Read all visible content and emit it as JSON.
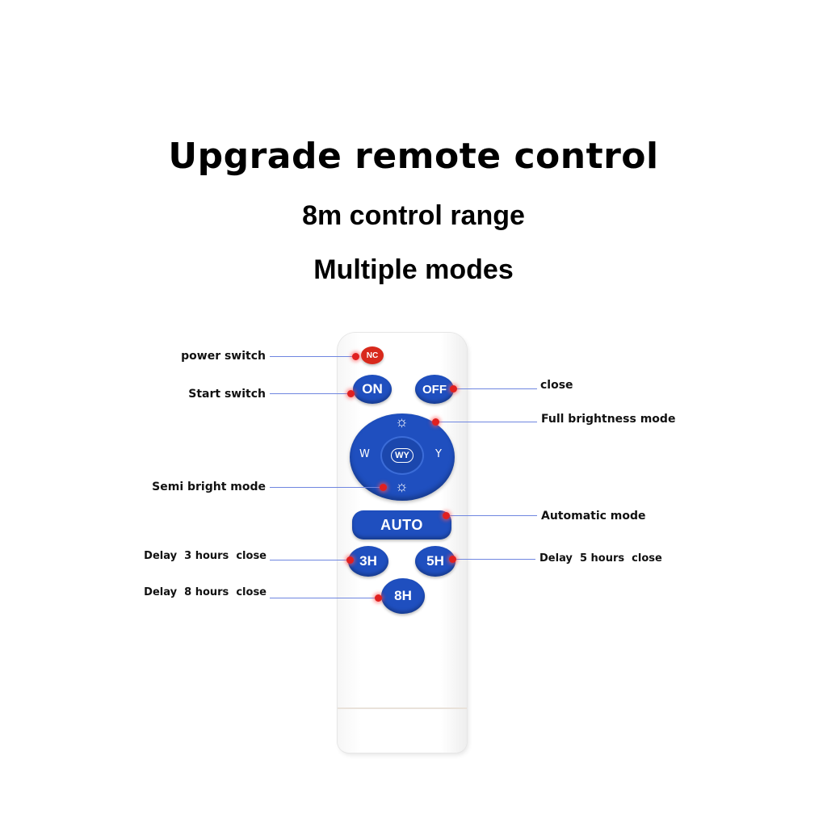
{
  "header": {
    "title": "Upgrade remote control",
    "subtitle_1": "8m control range",
    "subtitle_2": "Multiple modes"
  },
  "remote": {
    "buttons": {
      "nc": "NC",
      "on": "ON",
      "off": "OFF",
      "w": "W",
      "wy": "WY",
      "y": "Y",
      "auto": "AUTO",
      "h3": "3H",
      "h5": "5H",
      "h8": "8H"
    },
    "colors": {
      "button_blue": "#1f4fbf",
      "nc_red": "#d8291c",
      "marker_red": "#e02020",
      "leader_blue": "#6f86e0"
    }
  },
  "callouts": {
    "power_switch": "power switch",
    "start_switch": "Start switch",
    "semi_bright": "Semi bright mode",
    "delay_3h": "Delay  3 hours  close",
    "delay_8h": "Delay  8 hours  close",
    "close": "close",
    "full_brightness": "Full brightness mode",
    "automatic": "Automatic mode",
    "delay_5h": "Delay  5 hours  close"
  }
}
